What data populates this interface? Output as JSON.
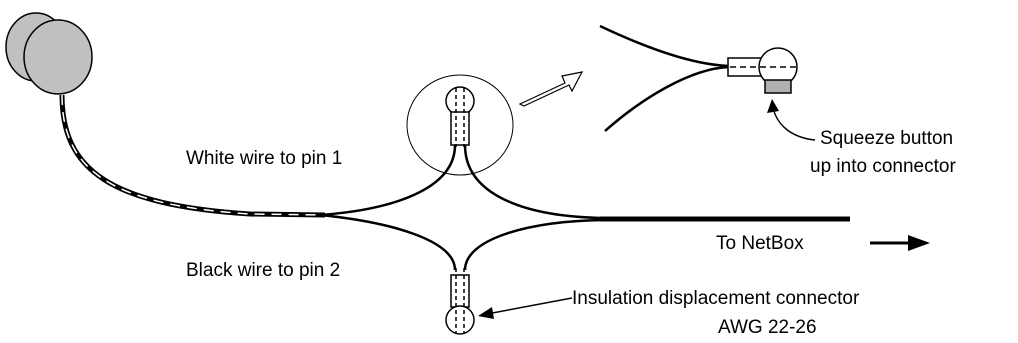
{
  "labels": {
    "white_wire": "White wire to pin 1",
    "black_wire": "Black wire to pin 2",
    "to_netbox": "To NetBox",
    "squeeze_line1": "Squeeze button",
    "squeeze_line2": "up into connector",
    "idc_line1": "Insulation displacement connector",
    "idc_line2": "AWG 22-26"
  },
  "colors": {
    "line": "#000000",
    "speaker_fill": "#c0c0c0",
    "button_fill": "#b0b0b0",
    "background": "#ffffff"
  }
}
